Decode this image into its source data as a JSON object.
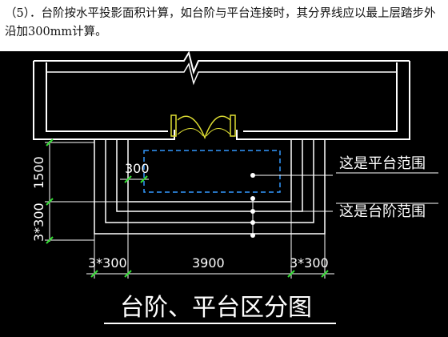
{
  "caption": {
    "text": "（5）．台阶按水平投影面积计算，如台阶与平台连接时，其分界线应以最上层踏步外沿加300mm计算。"
  },
  "drawing": {
    "title": "台阶、平台区分图",
    "labels": {
      "platform_range": "这是平台范围",
      "step_range": "这是台阶范围"
    },
    "dimensions": {
      "left_top": "1500",
      "left_bottom": "3*300",
      "inner_offset": "300",
      "bottom_left": "3*300",
      "bottom_mid": "3900",
      "bottom_right": "3*300"
    },
    "colors": {
      "background": "#000000",
      "lines": "#ffffff",
      "dimension_ticks": "#33dd33",
      "platform_dashed": "#3399ff",
      "door": "#dddd33"
    }
  }
}
